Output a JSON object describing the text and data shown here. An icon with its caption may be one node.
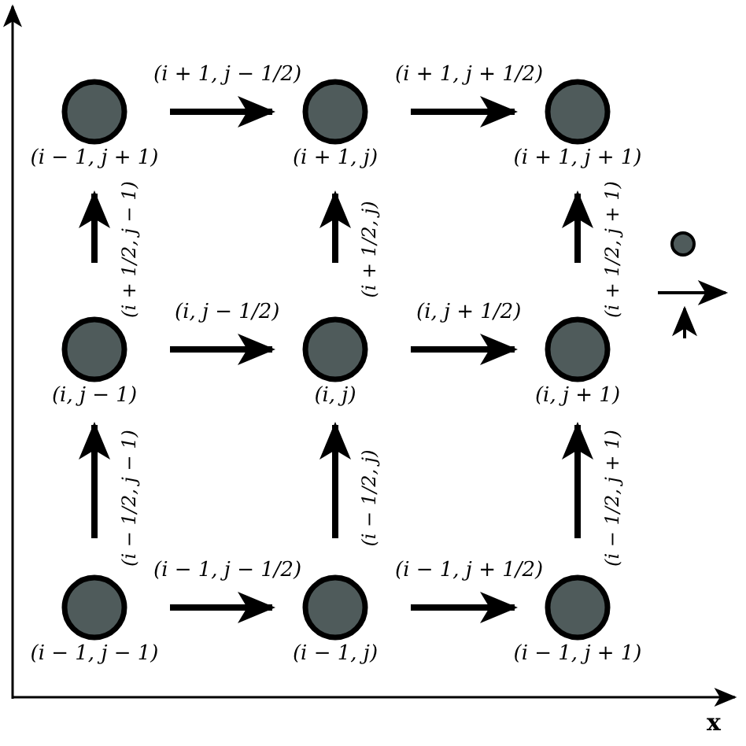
{
  "diagram": {
    "nodes": [
      {
        "text": [
          "(i − 1, j + 1)"
        ]
      },
      {
        "text": [
          "(i + 1, j)"
        ]
      },
      {
        "text": [
          "(i + 1, j + 1)"
        ]
      },
      {
        "text": [
          "(i, j − 1)"
        ]
      },
      {
        "text": [
          "(i, j)"
        ]
      },
      {
        "text": [
          "(i, j + 1)"
        ]
      },
      {
        "text": [
          "(i − 1, j − 1)"
        ]
      },
      {
        "text": [
          "(i − 1, j)"
        ]
      },
      {
        "text": [
          "(i − 1, j + 1)"
        ]
      }
    ],
    "edges": [
      {
        "from": 0,
        "to": 1,
        "arrow": "to",
        "label": "(i + 1, j − 1/2)"
      },
      {
        "from": 1,
        "to": 2,
        "arrow": "to",
        "label": "(i + 1, j + 1/2)"
      },
      {
        "from": 3,
        "to": 4,
        "arrow": "to",
        "label": "(i, j − 1/2)"
      },
      {
        "from": 4,
        "to": 5,
        "arrow": "to",
        "label": "(i, j + 1/2)"
      },
      {
        "from": 6,
        "to": 7,
        "arrow": "to",
        "label": "(i − 1, j − 1/2)"
      },
      {
        "from": 7,
        "to": 8,
        "arrow": "to",
        "label": "(i − 1, j + 1/2)"
      },
      {
        "from": 3,
        "to": 0,
        "arrow": "to",
        "label": "(i + 1/2, j − 1)"
      },
      {
        "from": 4,
        "to": 1,
        "arrow": "to",
        "label": "(i + 1/2, j)"
      },
      {
        "from": 5,
        "to": 2,
        "arrow": "to",
        "label": "(i + 1/2, j + 1)"
      },
      {
        "from": 6,
        "to": 3,
        "arrow": "to",
        "label": "(i − 1/2, j − 1)"
      },
      {
        "from": 7,
        "to": 4,
        "arrow": "to",
        "label": "(i − 1/2, j)"
      },
      {
        "from": 8,
        "to": 5,
        "arrow": "to",
        "label": "(i − 1/2, j + 1)"
      }
    ],
    "labels": [
      "x"
    ]
  }
}
